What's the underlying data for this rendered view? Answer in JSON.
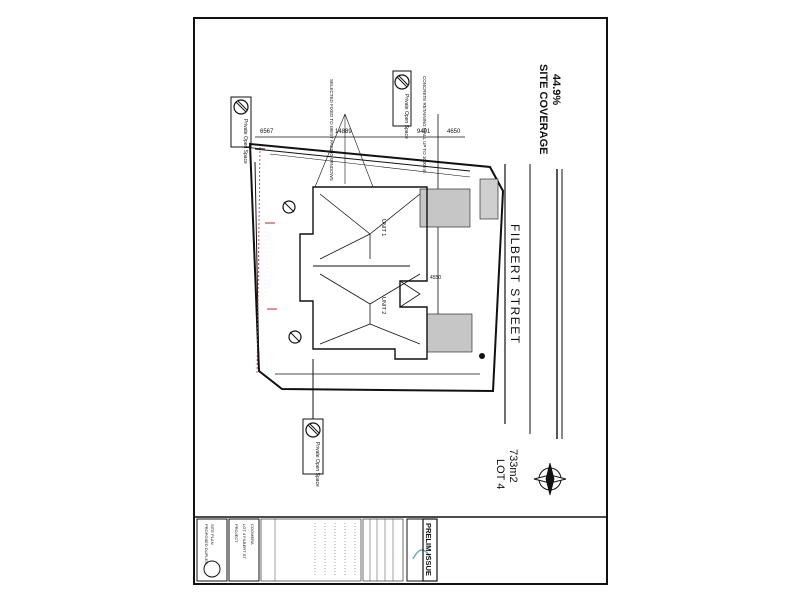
{
  "site_coverage": {
    "title": "SITE COVERAGE",
    "value": "44.9%"
  },
  "street": {
    "name": "FILBERT STREET"
  },
  "lot": {
    "name": "LOT 4",
    "area": "733m2"
  },
  "units": {
    "unit1": "UNIT 1",
    "unit2": "UNIT 2"
  },
  "dimensions": {
    "d1": "6567",
    "d2": "14889",
    "d3": "9401",
    "d4": "4650",
    "d5": "4550"
  },
  "callouts": {
    "open_space_top_left": "Private Open Space",
    "open_space_top": "Private Open Space",
    "open_space_bottom": "Private Open Space",
    "windows": "SELECTED FIXED TO WEST FACING WINDOWS",
    "retaining_wall": "CONCRETE RETAINING WALL UP TO 1000mm"
  },
  "title_block": {
    "issue_stamp": "PRELIM ISSUE",
    "project_lines": [
      "PROJECT",
      "LOT 4 FILBERT ST",
      "COOMERA"
    ],
    "drawing_lines": [
      "PROPOSED DUPLEX",
      "SITE PLAN"
    ]
  },
  "colors": {
    "ink": "#111111",
    "paving": "#bcbcbc",
    "accent_red": "#cc2222",
    "stamp_blue": "#6fa8c8"
  }
}
